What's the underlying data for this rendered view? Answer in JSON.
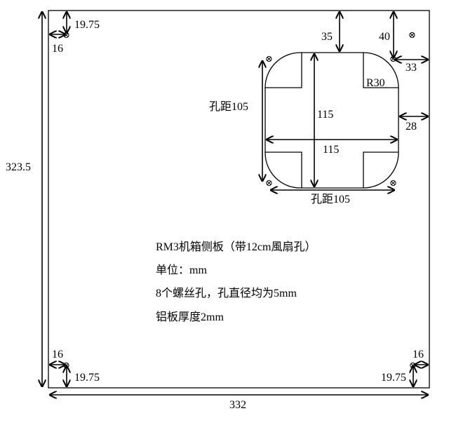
{
  "title_notes": {
    "line1": "RM3机箱侧板（带12cm風扇孔）",
    "line2": "单位：mm",
    "line3": "8个螺丝孔，孔直径均为5mm",
    "line4": "铝板厚度2mm"
  },
  "dimensions": {
    "height": "323.5",
    "width": "332",
    "top_left_vertical": "19.75",
    "top_left_horizontal": "16",
    "bottom_left_horizontal": "16",
    "bottom_left_vertical": "19.75",
    "bottom_right_horizontal": "16",
    "bottom_right_vertical": "19.75",
    "fan_top_offset": "35",
    "screw_top_offset": "40",
    "screw_right_offset": "33",
    "fan_right_offset": "28",
    "fan_height": "115",
    "fan_width": "115",
    "corner_radius": "R30",
    "hole_spacing_vertical": "孔距105",
    "hole_spacing_horizontal": "孔距105"
  },
  "hole_symbol": "⊗"
}
